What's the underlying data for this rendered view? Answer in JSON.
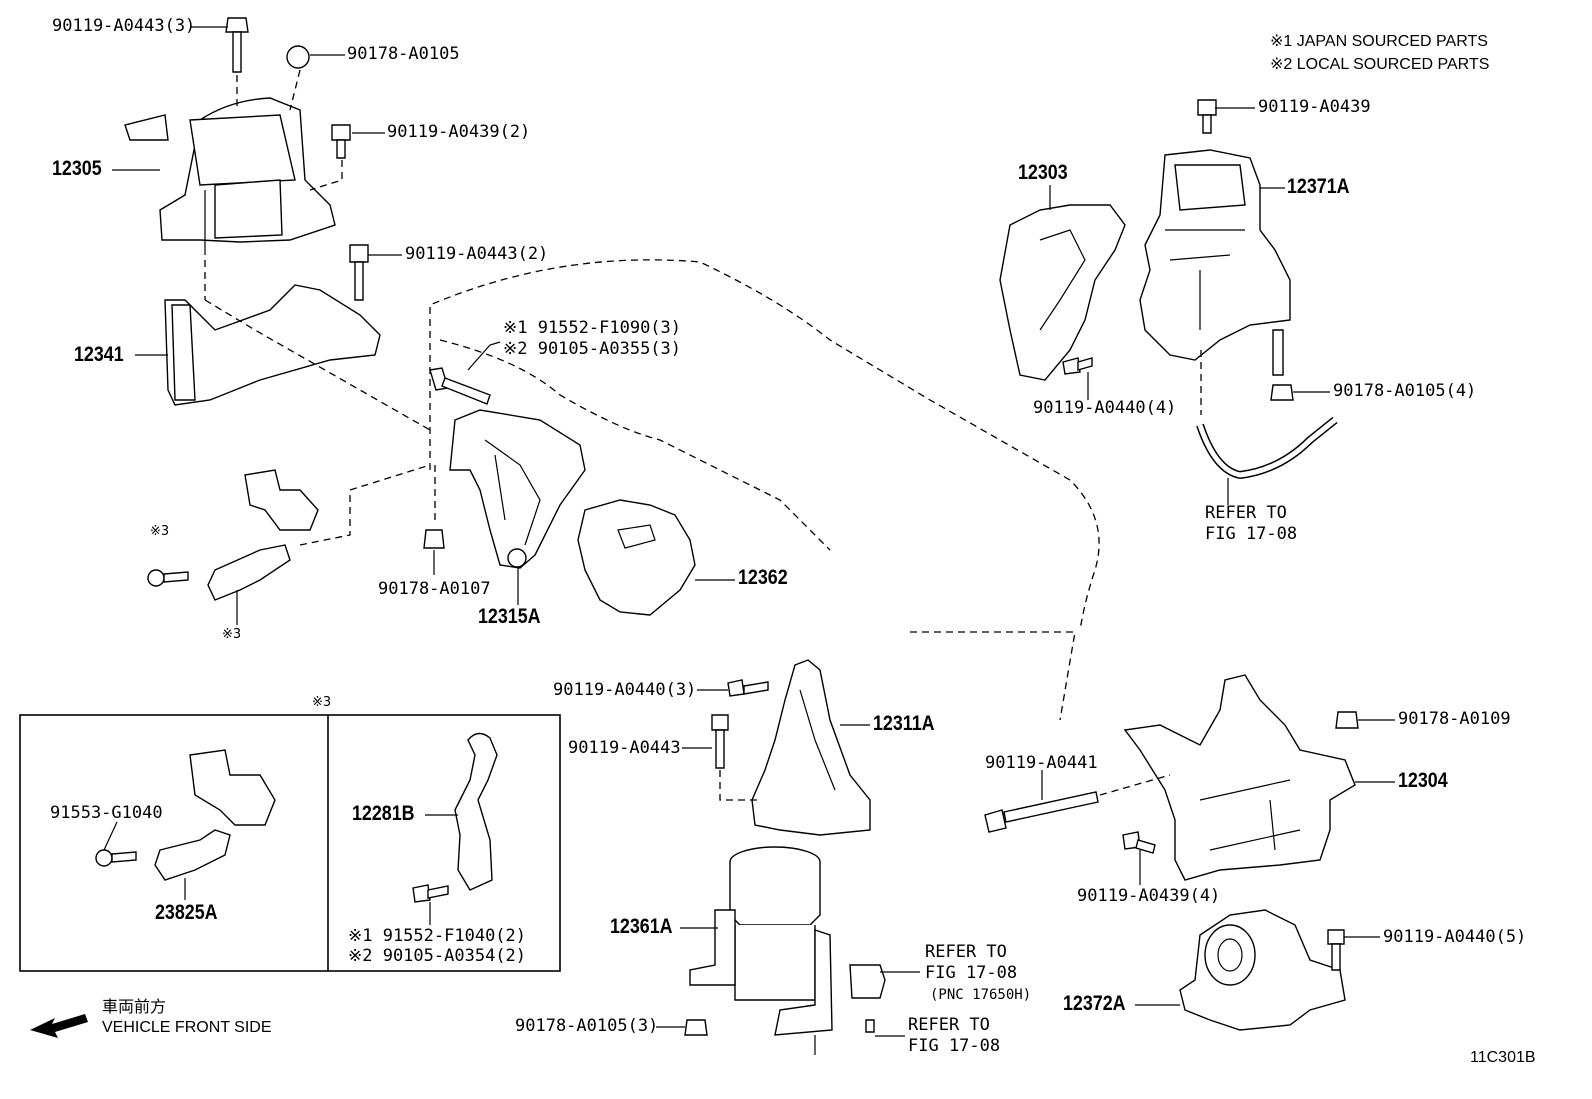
{
  "legend": {
    "note1": "※1 JAPAN SOURCED PARTS",
    "note2": "※2 LOCAL SOURCED PARTS"
  },
  "diagram_id": "11C301B",
  "direction": {
    "jp": "車両前方",
    "en": "VEHICLE FRONT SIDE"
  },
  "parts": {
    "p_90119_A0443_3": "90119-A0443(3)",
    "p_90178_A0105_top": "90178-A0105",
    "p_90119_A0439_2": "90119-A0439(2)",
    "p_12305": "12305",
    "p_90119_A0443_2": "90119-A0443(2)",
    "p_12341": "12341",
    "p_91552_F1090_3": "※1 91552-F1090(3)",
    "p_90105_A0355_3": "※2 90105-A0355(3)",
    "p_mark3_bolt": "※3",
    "p_mark3_bracket": "※3",
    "p_90178_A0107": "90178-A0107",
    "p_12315A": "12315A",
    "p_12362": "12362",
    "p_12303": "12303",
    "p_90119_A0439_top": "90119-A0439",
    "p_12371A": "12371A",
    "p_90119_A0440_4": "90119-A0440(4)",
    "p_90178_A0105_4": "90178-A0105(4)",
    "refer1_a": "REFER TO",
    "refer1_b": "FIG 17-08",
    "p_mark3_box": "※3",
    "p_91553_G1040": "91553-G1040",
    "p_23825A": "23825A",
    "p_12281B": "12281B",
    "p_91552_F1040_2": "※1 91552-F1040(2)",
    "p_90105_A0354_2": "※2 90105-A0354(2)",
    "p_90119_A0440_3": "90119-A0440(3)",
    "p_90119_A0443": "90119-A0443",
    "p_12311A": "12311A",
    "p_12361A": "12361A",
    "p_90178_A0105_3": "90178-A0105(3)",
    "refer2_a": "REFER TO",
    "refer2_b": "FIG 17-08",
    "refer2_c": "(PNC 17650H)",
    "refer3_a": "REFER TO",
    "refer3_b": "FIG 17-08",
    "p_90119_A0441": "90119-A0441",
    "p_90178_A0109": "90178-A0109",
    "p_12304": "12304",
    "p_90119_A0439_4": "90119-A0439(4)",
    "p_90119_A0440_5": "90119-A0440(5)",
    "p_12372A": "12372A"
  }
}
